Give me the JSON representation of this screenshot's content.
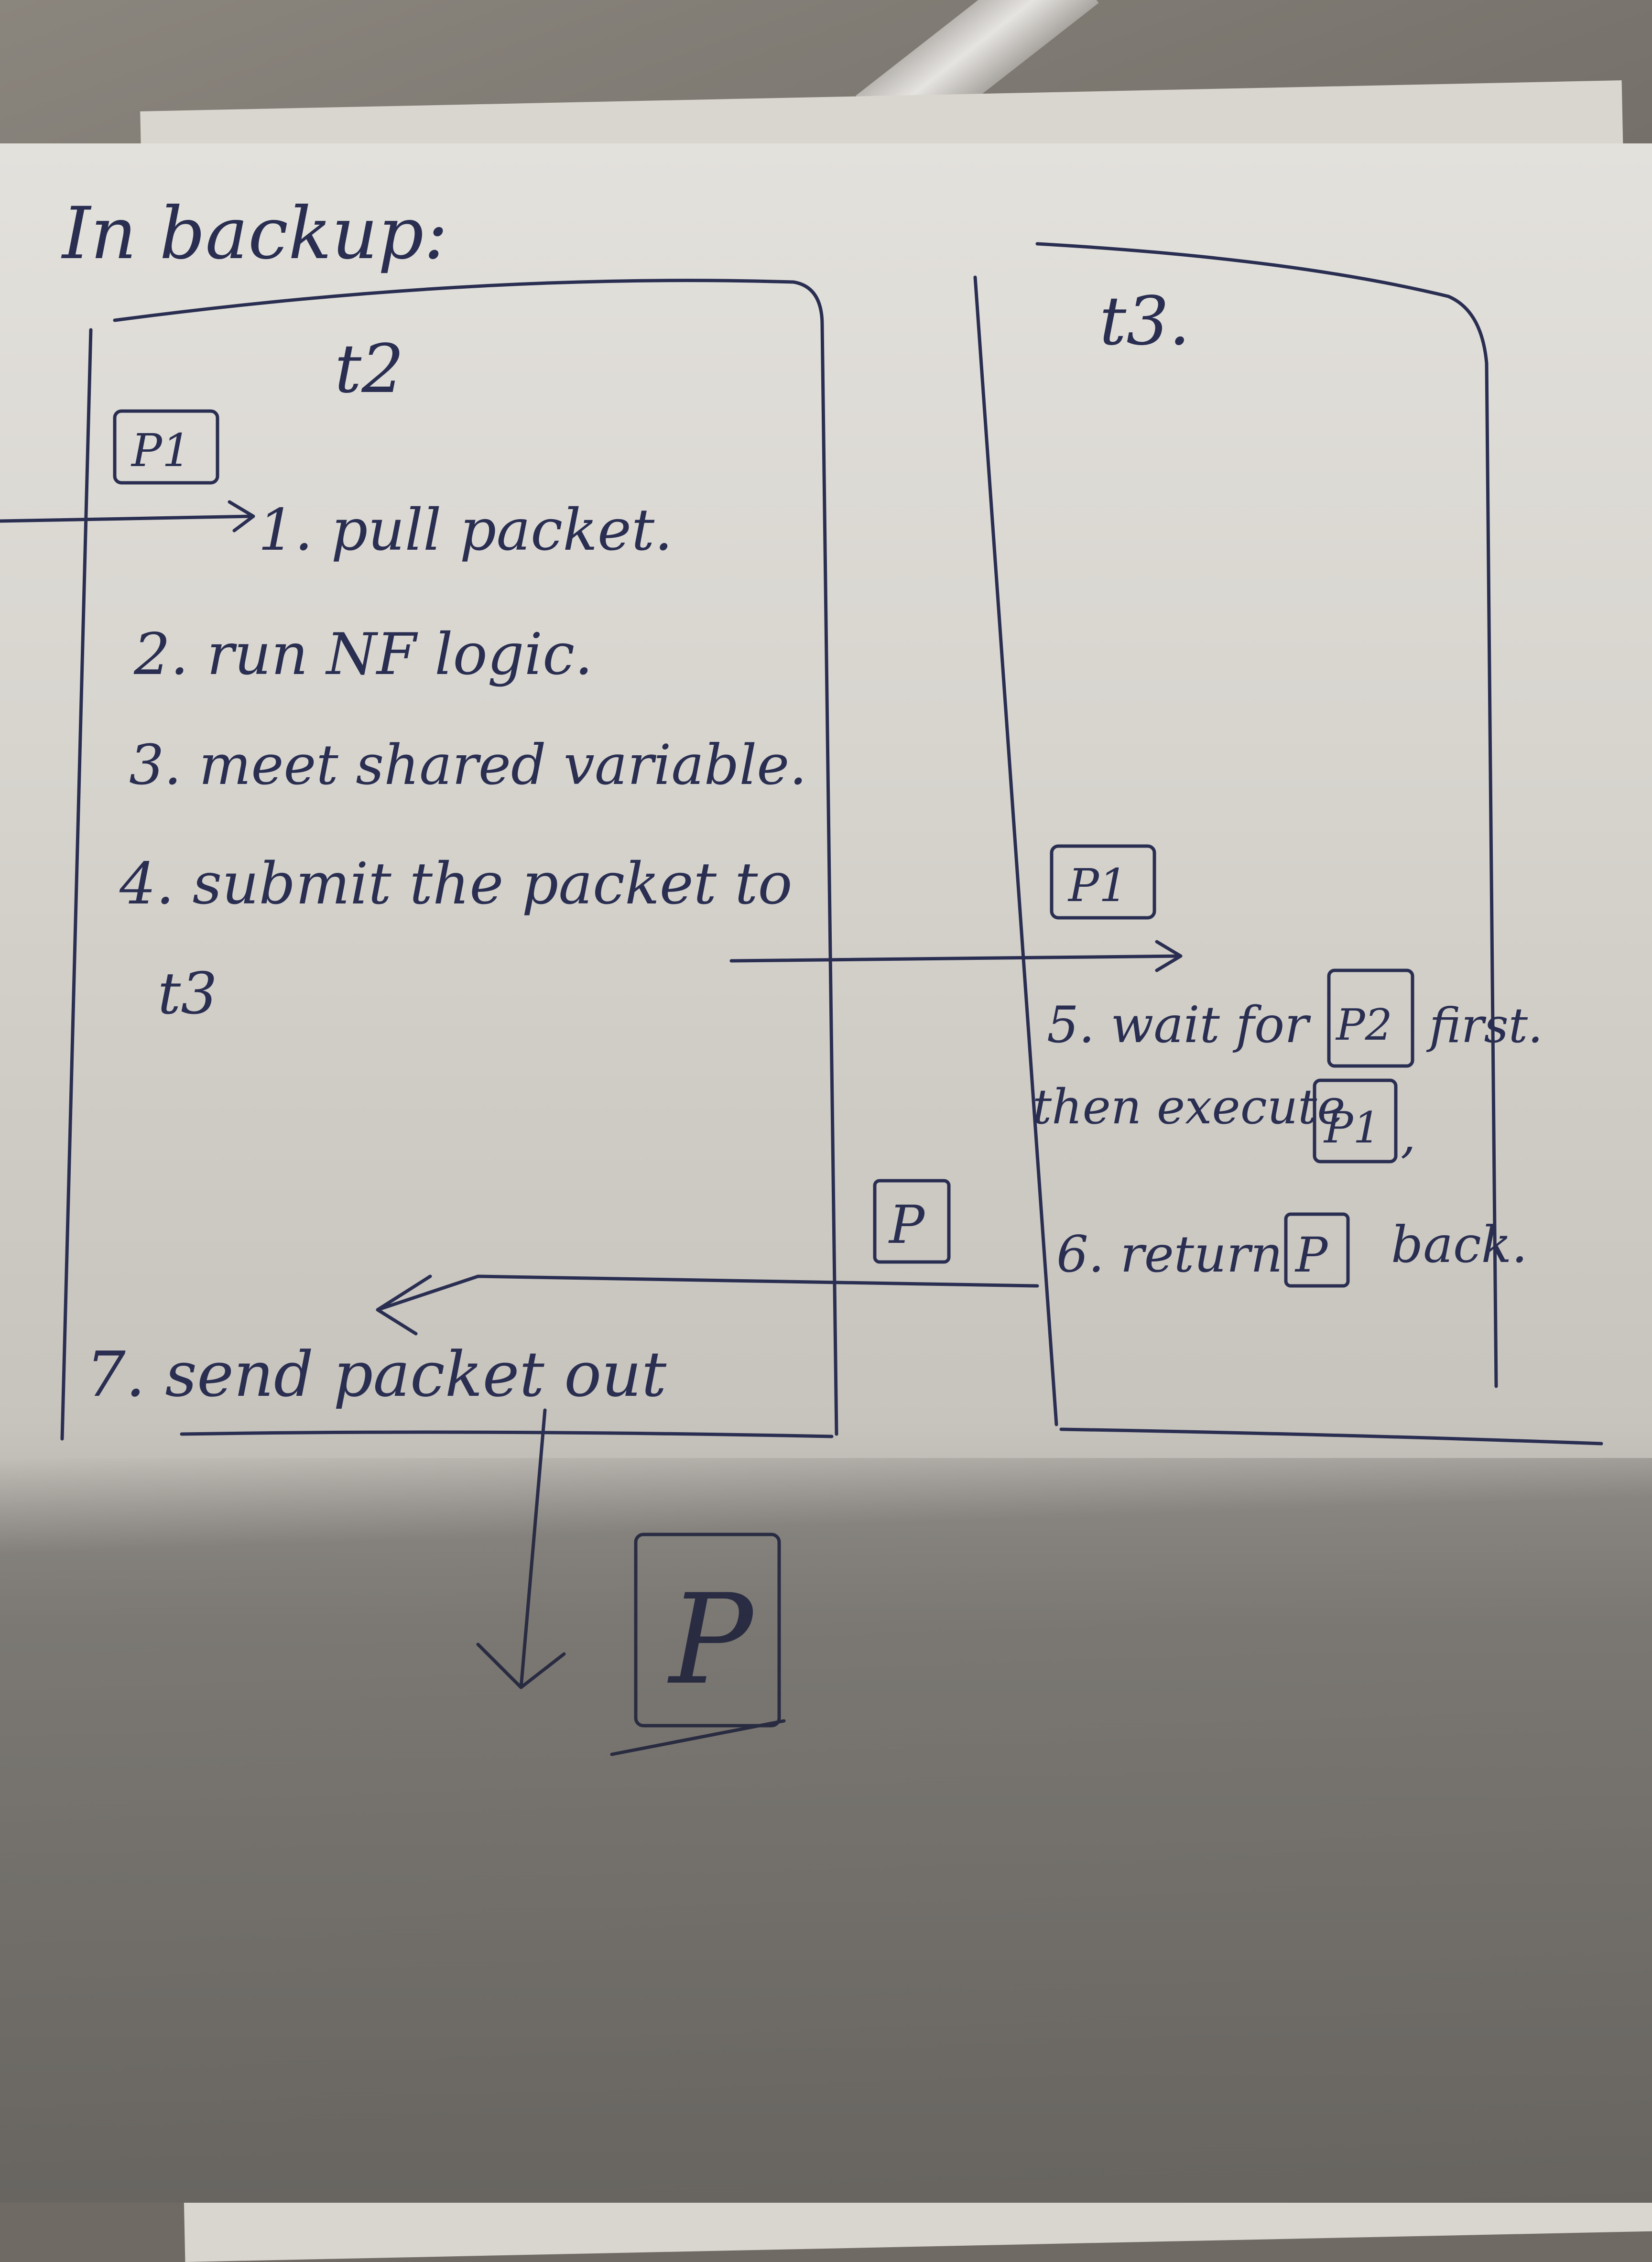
{
  "header": {
    "title": "In backup:"
  },
  "lanes": {
    "t2": {
      "label": "t2"
    },
    "t3": {
      "label": "t3."
    }
  },
  "packets": {
    "p1": "P1",
    "p2": "P2",
    "p": "P"
  },
  "steps": {
    "s1": "1. pull packet.",
    "s2": "2. run NF logic.",
    "s3": "3. meet shared variable.",
    "s4a": "4. submit the packet to",
    "s4b": "t3",
    "s5a": "5. wait for",
    "s5b": "first.",
    "s5c": "then execute",
    "s5d": ",",
    "s6a": "6. return",
    "s6b": "back.",
    "s7": "7. send packet out"
  },
  "colors": {
    "ink": "#2a2f52",
    "paper": "#e3e1dc"
  }
}
